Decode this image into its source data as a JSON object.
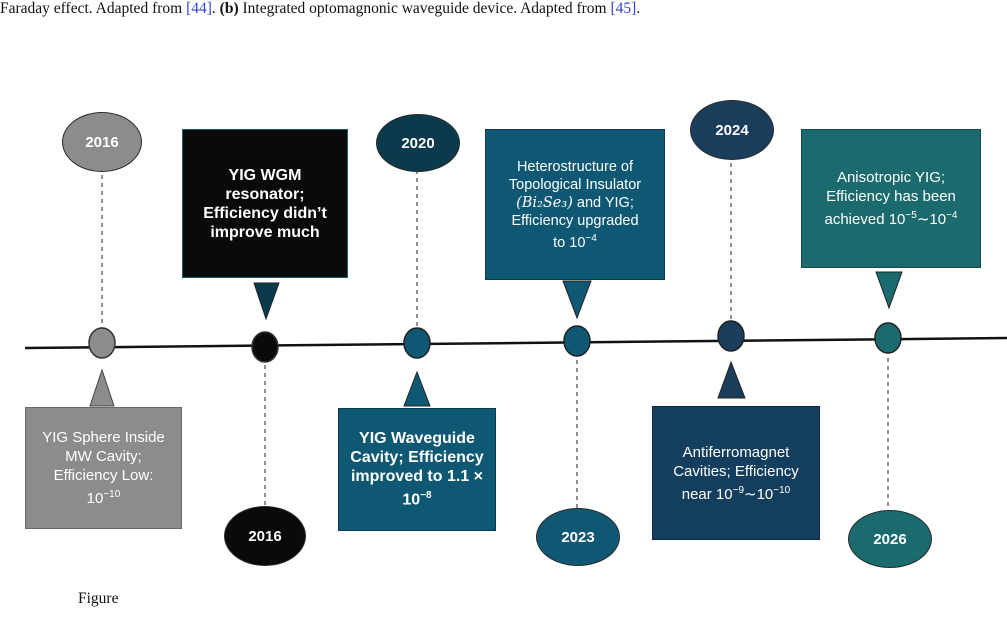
{
  "caption": {
    "line_start": "Faraday effect. Adapted from ",
    "ref1": "[44]",
    "mid": ". ",
    "b_label": "(b)",
    "mid2": " Integrated optomagnonic waveguide device. Adapted from ",
    "ref2": "[45]",
    "end": "."
  },
  "bottom_text": "Figure",
  "colors": {
    "grey": "#8c8c8c",
    "black": "#0a0a0a",
    "dark_teal": "#0b3a4c",
    "teal_blue": "#0f5873",
    "navy": "#1a3d5c",
    "green_teal": "#1b6a6d"
  },
  "events": [
    {
      "year": "2016",
      "text": [
        "YIG Sphere Inside",
        "MW Cavity;",
        "Efficiency Low:"
      ],
      "value": "10",
      "exp": "−10"
    },
    {
      "year": "2016",
      "text": [
        "YIG WGM",
        "resonator;",
        "Efficiency didn’t",
        "improve much"
      ]
    },
    {
      "year": "2020",
      "text": [
        "YIG Waveguide",
        "Cavity; Efficiency",
        "improved to 1.1 ×"
      ],
      "value": "10",
      "exp": "−8"
    },
    {
      "year": "2023",
      "text": [
        "Heterostructure of",
        "Topological Insulator"
      ],
      "formula": "(Bi₂Se₃)",
      "text2": " and YIG;",
      "text3": "Efficiency upgraded",
      "to": "to 10",
      "exp": "−4"
    },
    {
      "year": "2024",
      "text": [
        "Antiferromagnet",
        "Cavities; Efficiency"
      ],
      "near": "near 10",
      "exp1": "−9",
      "tilde": "∼10",
      "exp2": "−10"
    },
    {
      "year": "2026",
      "text": [
        "Anisotropic YIG;",
        "Efficiency has been"
      ],
      "ach": "achieved 10",
      "exp1": "−5",
      "tilde": "∼10",
      "exp2": "−4"
    }
  ]
}
